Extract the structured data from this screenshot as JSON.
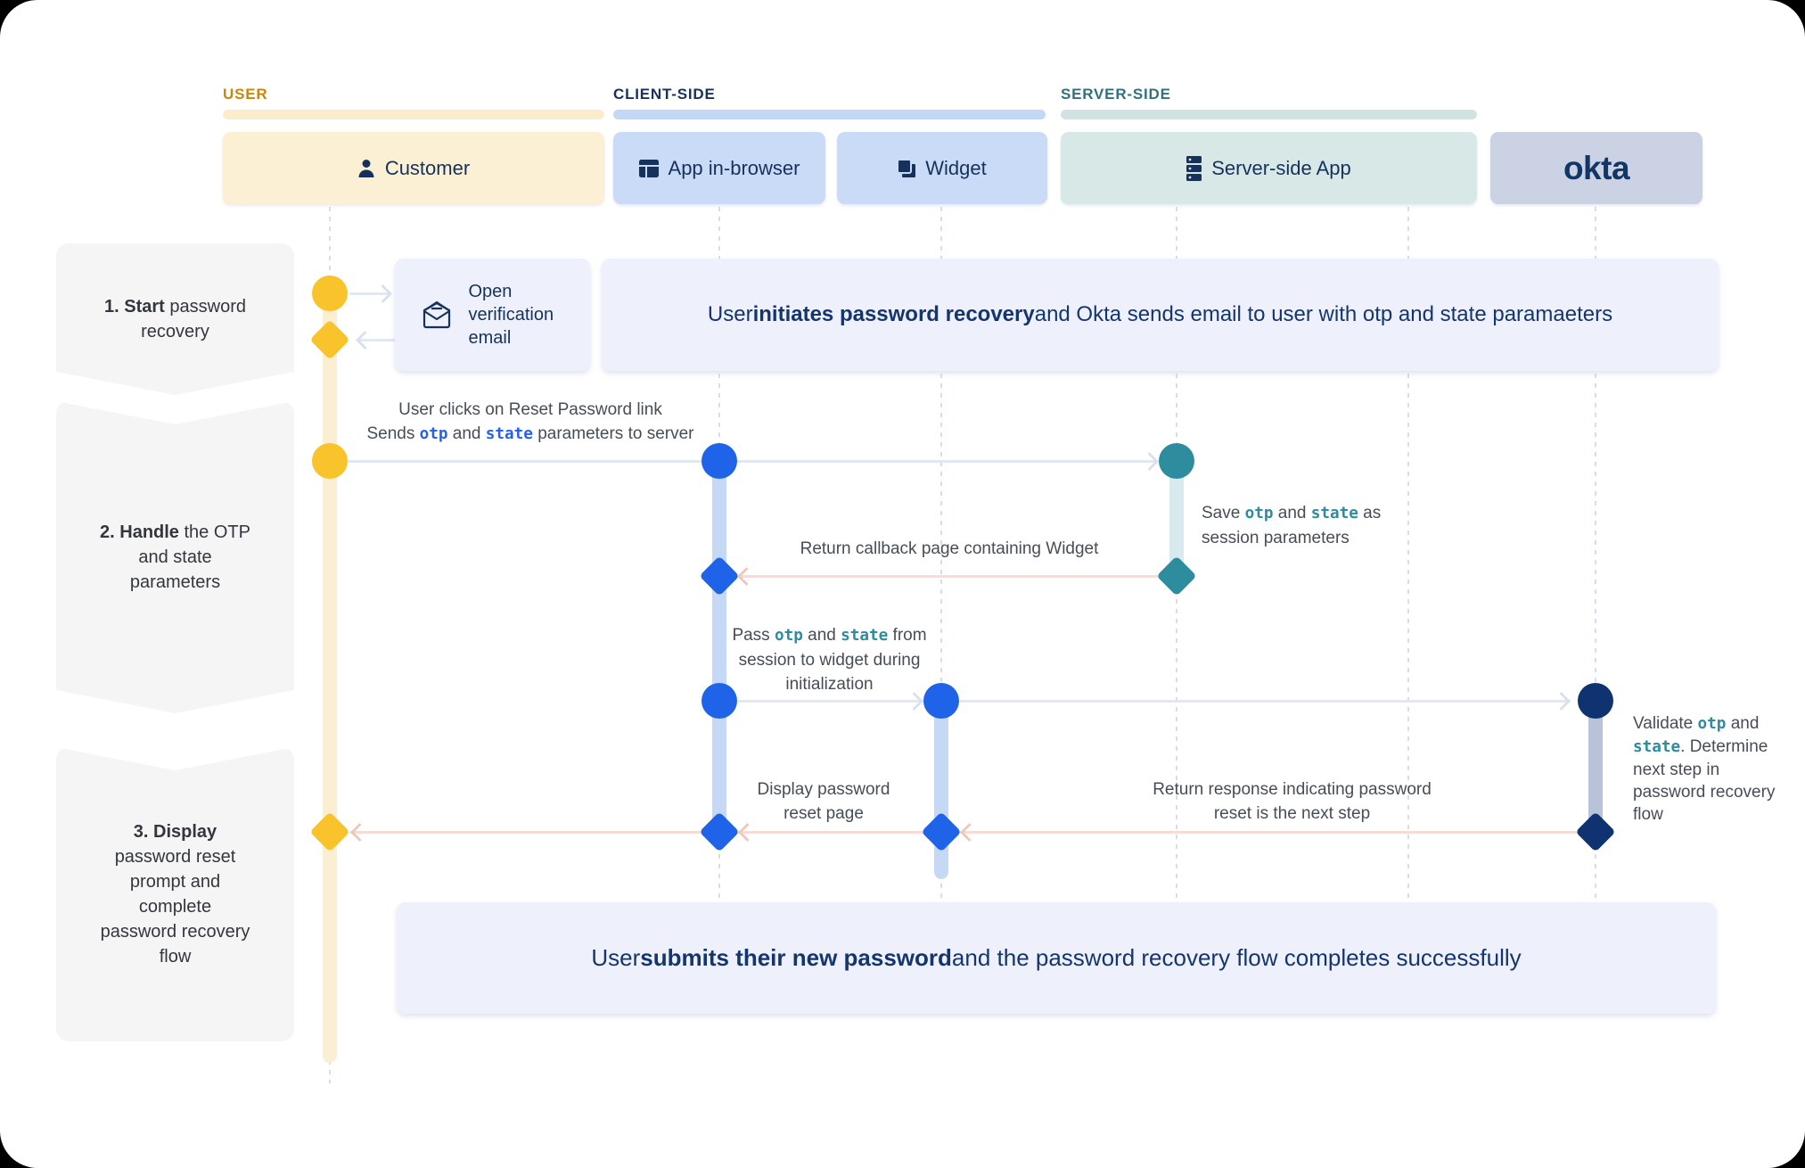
{
  "groups": [
    {
      "label": "USER",
      "label_color": "#C8870A",
      "bar_color": "#FAEDCB"
    },
    {
      "label": "CLIENT-SIDE",
      "label_color": "#16325C",
      "bar_color": "#C3D8F5"
    },
    {
      "label": "SERVER-SIDE",
      "label_color": "#32707E",
      "bar_color": "#CFE4E2"
    }
  ],
  "lanes": [
    {
      "label": "Customer",
      "icon": "person-icon",
      "bg": "#FCF0D4"
    },
    {
      "label": "App in-browser",
      "icon": "browser-icon",
      "bg": "#C9DBF7"
    },
    {
      "label": "Widget",
      "icon": "widget-icon",
      "bg": "#C9DBF7"
    },
    {
      "label": "Server-side App",
      "icon": "server-icon",
      "bg": "#D7E8E6"
    },
    {
      "label": "okta",
      "icon": "okta-logo",
      "bg": "#CBD2E3"
    }
  ],
  "steps": [
    {
      "segments": [
        {
          "text": "1. Start",
          "style": "bold"
        },
        {
          "text": " password recovery",
          "style": "plain"
        }
      ]
    },
    {
      "segments": [
        {
          "text": "2. Handle",
          "style": "bold"
        },
        {
          "text": " the OTP and state parameters",
          "style": "plain"
        }
      ]
    },
    {
      "segments": [
        {
          "text": "3. Display",
          "style": "bold"
        },
        {
          "text": " password reset prompt and complete password recovery flow",
          "style": "plain"
        }
      ]
    }
  ],
  "email_card": {
    "text": "Open verification email",
    "icon": "open-envelope-icon"
  },
  "banners": [
    {
      "segments": [
        {
          "text": "User ",
          "style": "plain"
        },
        {
          "text": "initiates password recovery",
          "style": "bold"
        },
        {
          "text": " and Okta sends email to user with otp and state paramaeters",
          "style": "plain"
        }
      ]
    },
    {
      "segments": [
        {
          "text": "User ",
          "style": "plain"
        },
        {
          "text": "submits their new password",
          "style": "bold"
        },
        {
          "text": " and the password recovery flow completes successfully",
          "style": "plain"
        }
      ]
    }
  ],
  "notes": {
    "click_reset_line1": "User clicks on Reset Password link",
    "click_reset_line2": {
      "segments": [
        {
          "text": "Sends ",
          "style": "plain"
        },
        {
          "text": "otp",
          "style": "mono-blue"
        },
        {
          "text": " and ",
          "style": "plain"
        },
        {
          "text": "state",
          "style": "mono-blue"
        },
        {
          "text": " parameters to server",
          "style": "plain"
        }
      ]
    },
    "save_session": {
      "segments": [
        {
          "text": "Save ",
          "style": "plain"
        },
        {
          "text": "otp",
          "style": "mono-teal"
        },
        {
          "text": " and ",
          "style": "plain"
        },
        {
          "text": "state",
          "style": "mono-teal"
        },
        {
          "text": " as session parameters",
          "style": "plain"
        }
      ]
    },
    "return_callback": "Return callback page containing Widget",
    "pass_otp": {
      "segments": [
        {
          "text": "Pass ",
          "style": "plain"
        },
        {
          "text": "otp",
          "style": "mono-teal"
        },
        {
          "text": " and ",
          "style": "plain"
        },
        {
          "text": "state",
          "style": "mono-teal"
        },
        {
          "text": " from session to widget during initialization",
          "style": "plain"
        }
      ]
    },
    "display_reset": "Display password reset page",
    "return_response": "Return response indicating password reset is the next step",
    "validate": {
      "segments": [
        {
          "text": "Validate ",
          "style": "plain"
        },
        {
          "text": "otp",
          "style": "mono-teal"
        },
        {
          "text": " and ",
          "style": "plain"
        },
        {
          "text": "state",
          "style": "mono-teal"
        },
        {
          "text": ". Determine next step in password recovery flow",
          "style": "plain"
        }
      ]
    }
  },
  "node_colors": {
    "user": "#F9C32C",
    "client": "#1F64E8",
    "server": "#2D8C9E",
    "okta": "#0E3370"
  },
  "activation_colors": {
    "user": "#FBEFD3",
    "client": "#C5D8F6",
    "server": "#D8EAED",
    "okta": "#B8C2D8"
  }
}
